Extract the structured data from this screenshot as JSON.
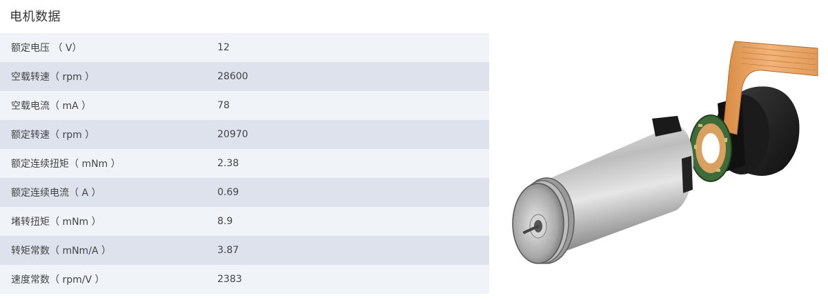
{
  "section": {
    "title": "电机数据"
  },
  "specs": [
    {
      "label": "额定电压 （ V）",
      "value": "12"
    },
    {
      "label": "空载转速（  rpm ）",
      "value": "28600"
    },
    {
      "label": "空载电流（ mA ）",
      "value": "78"
    },
    {
      "label": "额定转速（ rpm ）",
      "value": "20970"
    },
    {
      "label": "额定连续扭矩（ mNm ）",
      "value": "2.38"
    },
    {
      "label": "额定连续电流（ A ）",
      "value": "0.69"
    },
    {
      "label": "堵转扭矩（ mNm ）",
      "value": "8.9"
    },
    {
      "label": "转矩常数（ mNm/A ）",
      "value": "3.87"
    },
    {
      "label": "速度常数（ rpm/V ）",
      "value": "2383"
    }
  ],
  "colors": {
    "row_light": "#f0f3f8",
    "row_dark": "#dde2ec",
    "flex_cable": "#e8a060",
    "pcb_green": "#3f6b3a"
  }
}
